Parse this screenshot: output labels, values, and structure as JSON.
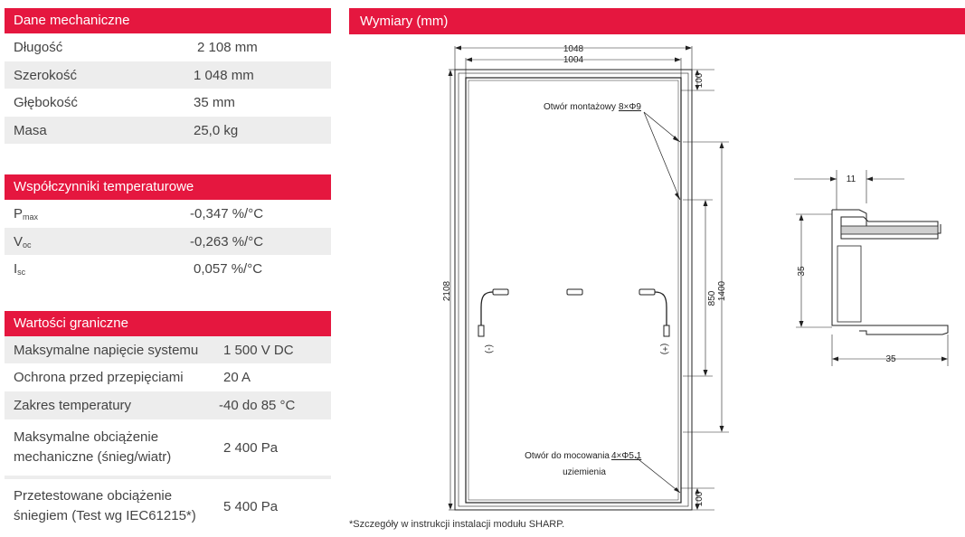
{
  "mechanical": {
    "title": "Dane mechaniczne",
    "rows": [
      {
        "label": "Długość",
        "value": "2 108 mm"
      },
      {
        "label": "Szerokość",
        "value": "1 048 mm"
      },
      {
        "label": "Głębokość",
        "value": "35 mm"
      },
      {
        "label": "Masa",
        "value": "25,0 kg"
      }
    ]
  },
  "temperature": {
    "title": "Współczynniki temperaturowe",
    "rows": [
      {
        "label": "P",
        "sub": "max",
        "value": "-0,347 %/°C"
      },
      {
        "label": "V",
        "sub": "oc",
        "value": "-0,263 %/°C"
      },
      {
        "label": "I",
        "sub": "sc",
        "value": "0,057 %/°C"
      }
    ]
  },
  "limits": {
    "title": "Wartości graniczne",
    "rows": [
      {
        "label": "Maksymalne napięcie systemu",
        "value": "1 500 V DC"
      },
      {
        "label": "Ochrona przed przepięciami",
        "value": "20 A"
      },
      {
        "label": "Zakres temperatury",
        "value": "-40 do 85 °C"
      },
      {
        "label": "Maksymalne obciążenie mechaniczne (śnieg/wiatr)",
        "value": "2 400 Pa"
      },
      {
        "label": "Przetestowane obciążenie śniegiem (Test wg IEC61215*)",
        "value": "5 400 Pa"
      }
    ]
  },
  "dimensions": {
    "title": "Wymiary (mm)",
    "width_outer": "1048",
    "width_inner": "1004",
    "height": "2108",
    "offset_top": "100",
    "offset_bottom": "100",
    "dist_850": "850",
    "dist_1400": "1400",
    "mount_hole_label": "Otwór montażowy",
    "mount_hole_spec": "8×Φ9",
    "ground_hole_label_1": "Otwór do mocowania",
    "ground_hole_spec": "4×Φ5.1",
    "ground_hole_label_2": "uziemienia",
    "neg_terminal": "(-)",
    "pos_terminal": "(+)",
    "profile_width_top": "11",
    "profile_height": "35",
    "profile_width_bottom": "35",
    "footnote": "*Szczegóły w instrukcji instalacji modułu SHARP."
  }
}
